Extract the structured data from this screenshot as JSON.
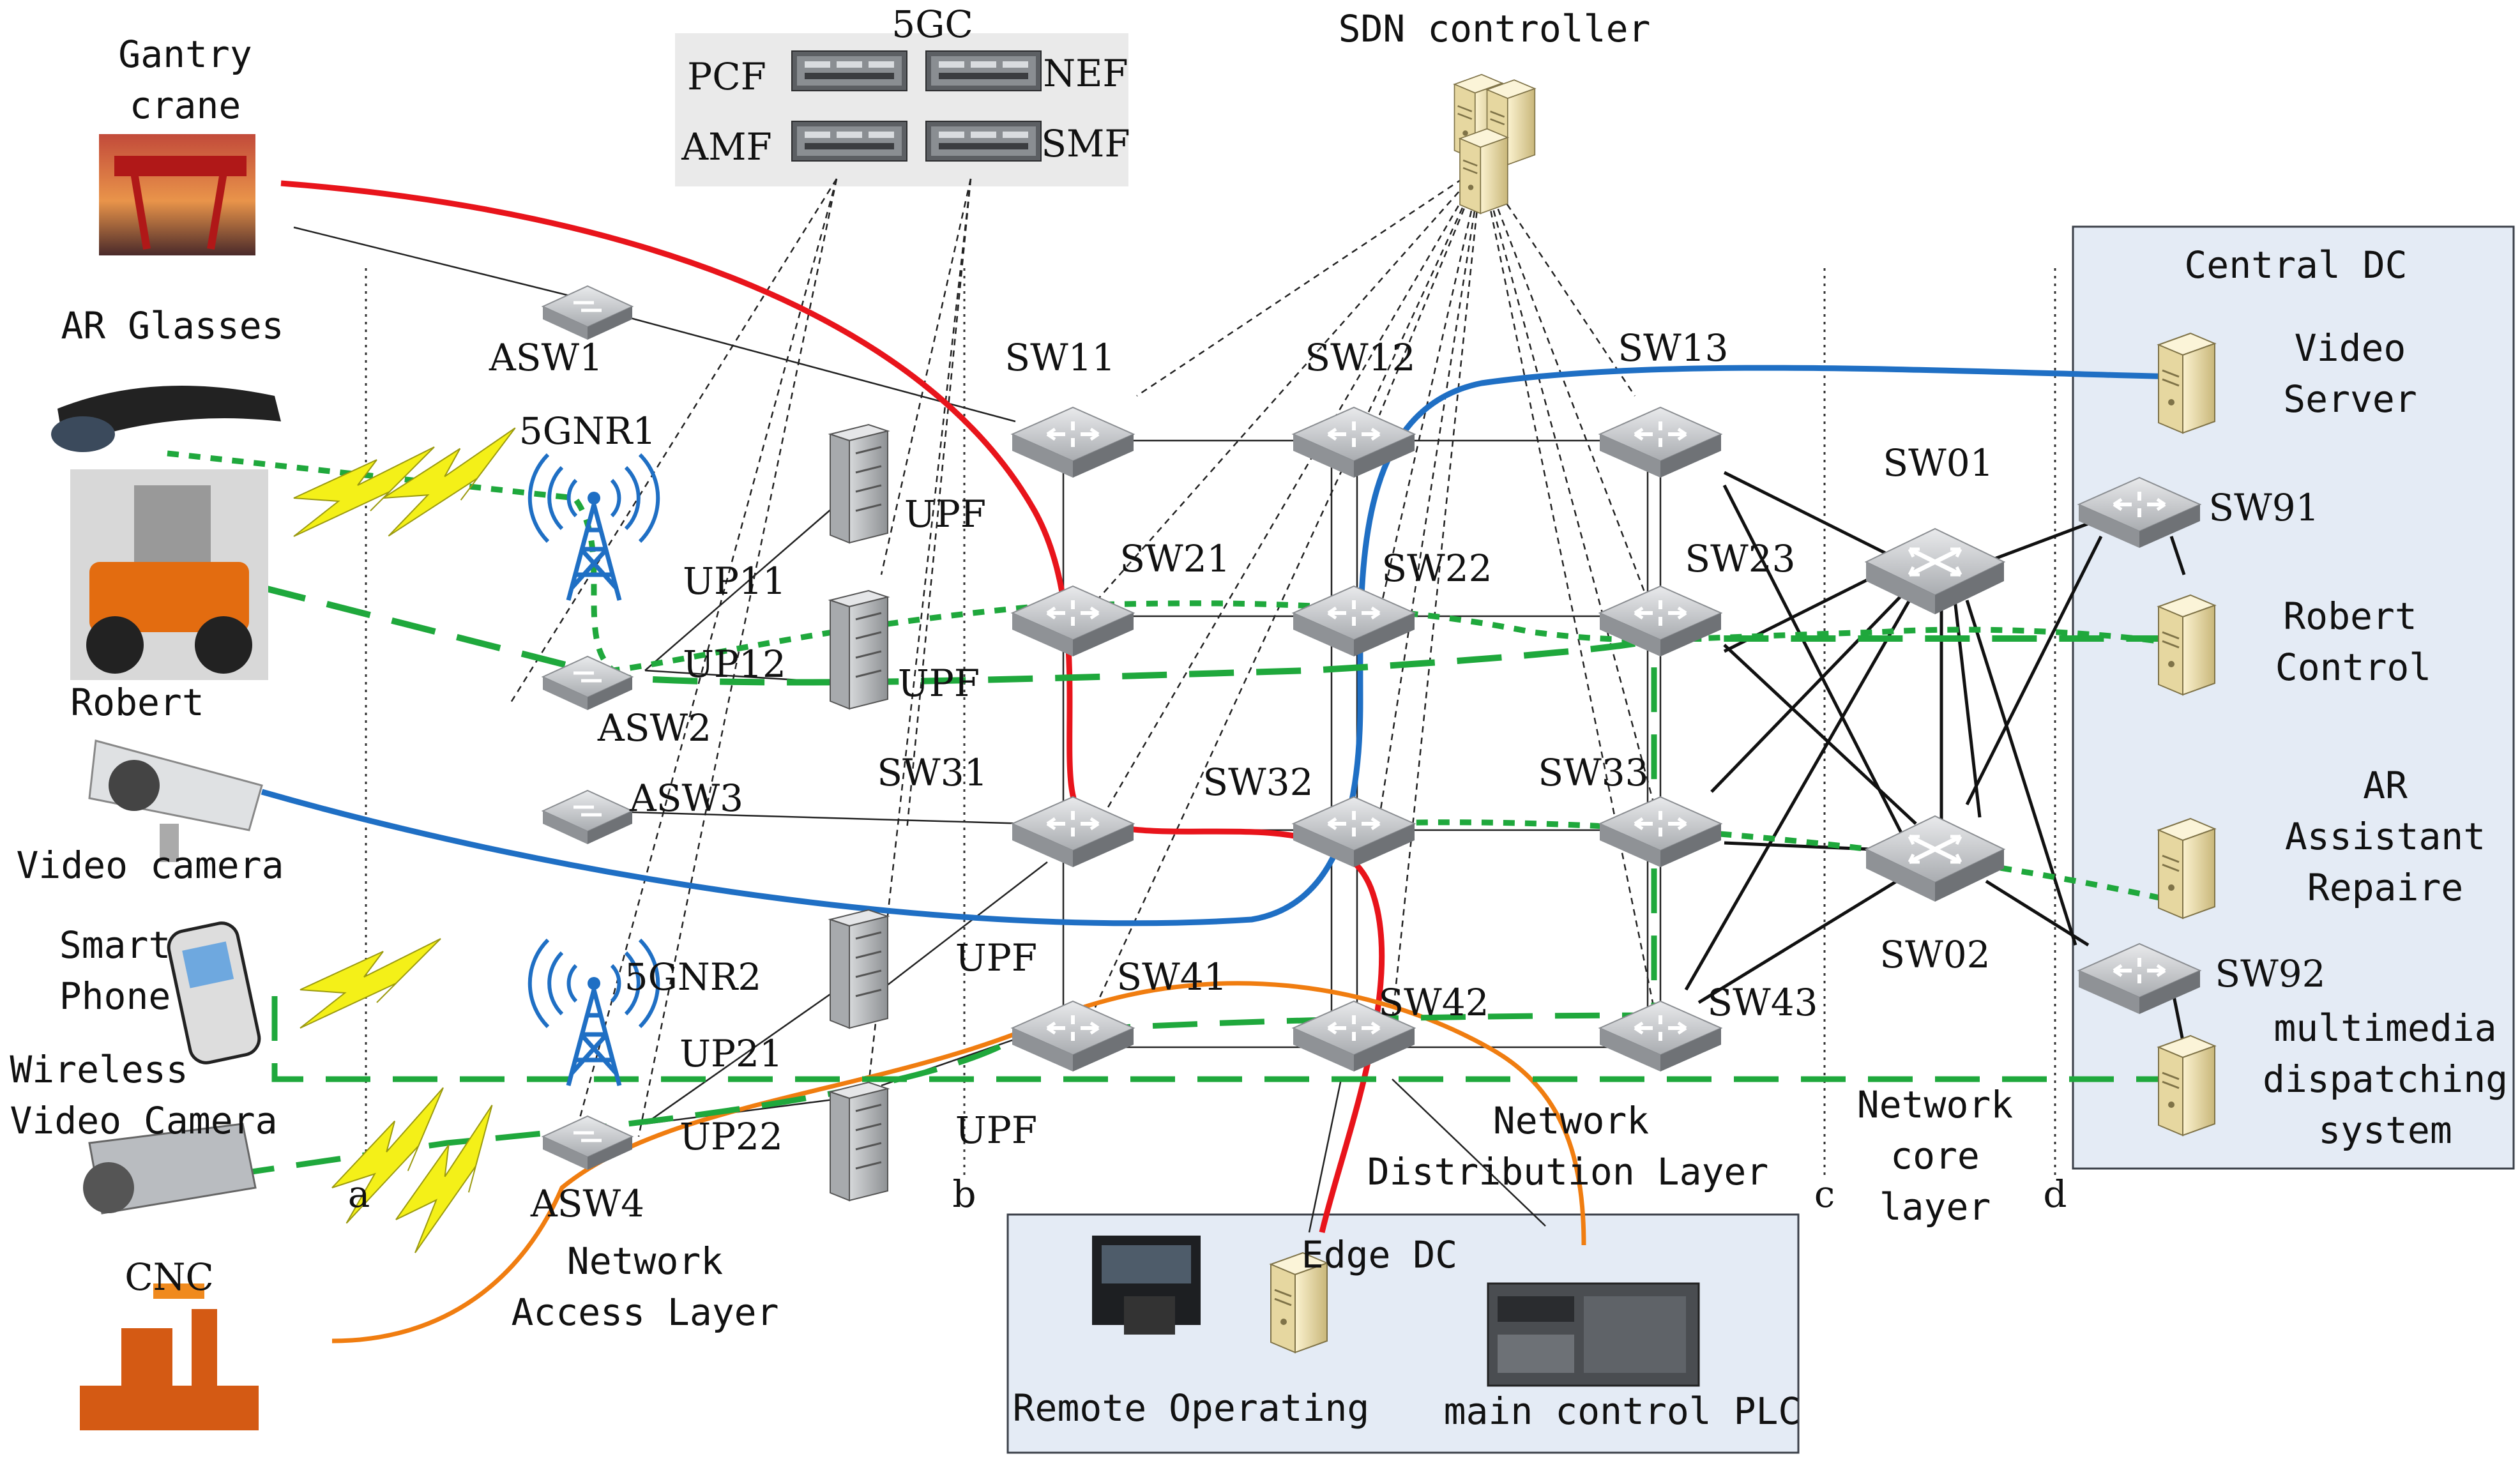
{
  "labels": {
    "gantry_crane_1": "Gantry",
    "gantry_crane_2": "crane",
    "ar_glasses": "AR Glasses",
    "robert": "Robert",
    "video_camera": "Video camera",
    "smart_phone_1": "Smart",
    "smart_phone_2": "Phone",
    "wireless_cam_1": "Wireless",
    "wireless_cam_2": "Video Camera",
    "cnc": "CNC",
    "fivegc": "5GC",
    "pcf": "PCF",
    "nef": "NEF",
    "amf": "AMF",
    "smf": "SMF",
    "sdn_controller": "SDN controller",
    "asw1": "ASW1",
    "asw2": "ASW2",
    "asw3": "ASW3",
    "asw4": "ASW4",
    "gnr1": "5GNR1",
    "gnr2": "5GNR2",
    "up11": "UP11",
    "up12": "UP12",
    "up21": "UP21",
    "up22": "UP22",
    "upf_1": "UPF",
    "upf_2": "UPF",
    "upf_3": "UPF",
    "upf_4": "UPF",
    "sw11": "SW11",
    "sw12": "SW12",
    "sw13": "SW13",
    "sw21": "SW21",
    "sw22": "SW22",
    "sw23": "SW23",
    "sw31": "SW31",
    "sw32": "SW32",
    "sw33": "SW33",
    "sw41": "SW41",
    "sw42": "SW42",
    "sw43": "SW43",
    "sw01": "SW01",
    "sw02": "SW02",
    "sw91": "SW91",
    "sw92": "SW92",
    "central_dc": "Central DC",
    "video_server_1": "Video",
    "video_server_2": "Server",
    "robert_control_1": "Robert",
    "robert_control_2": "Control",
    "ar_assist_1": "AR",
    "ar_assist_2": "Assistant",
    "ar_assist_3": "Repaire",
    "mm_1": "multimedia",
    "mm_2": "dispatching",
    "mm_3": "system",
    "edge_dc": "Edge DC",
    "remote_operating": "Remote Operating",
    "main_control_plc": "main control PLC",
    "access_layer_1": "Network",
    "access_layer_2": "Access Layer",
    "dist_layer_1": "Network",
    "dist_layer_2": "Distribution Layer",
    "core_layer_1": "Network",
    "core_layer_2": "core",
    "core_layer_3": "layer",
    "line_a": "a",
    "line_b": "b",
    "line_c": "c",
    "line_d": "d"
  },
  "colors": {
    "red_path": "#e8141b",
    "blue_path": "#1f6fc4",
    "green_path": "#1fa83c",
    "orange_path": "#f07d10",
    "dc_box_fill": "#e4ebf5",
    "switch_fill": "#b9bcc0",
    "server_fill": "#efe3b5"
  }
}
